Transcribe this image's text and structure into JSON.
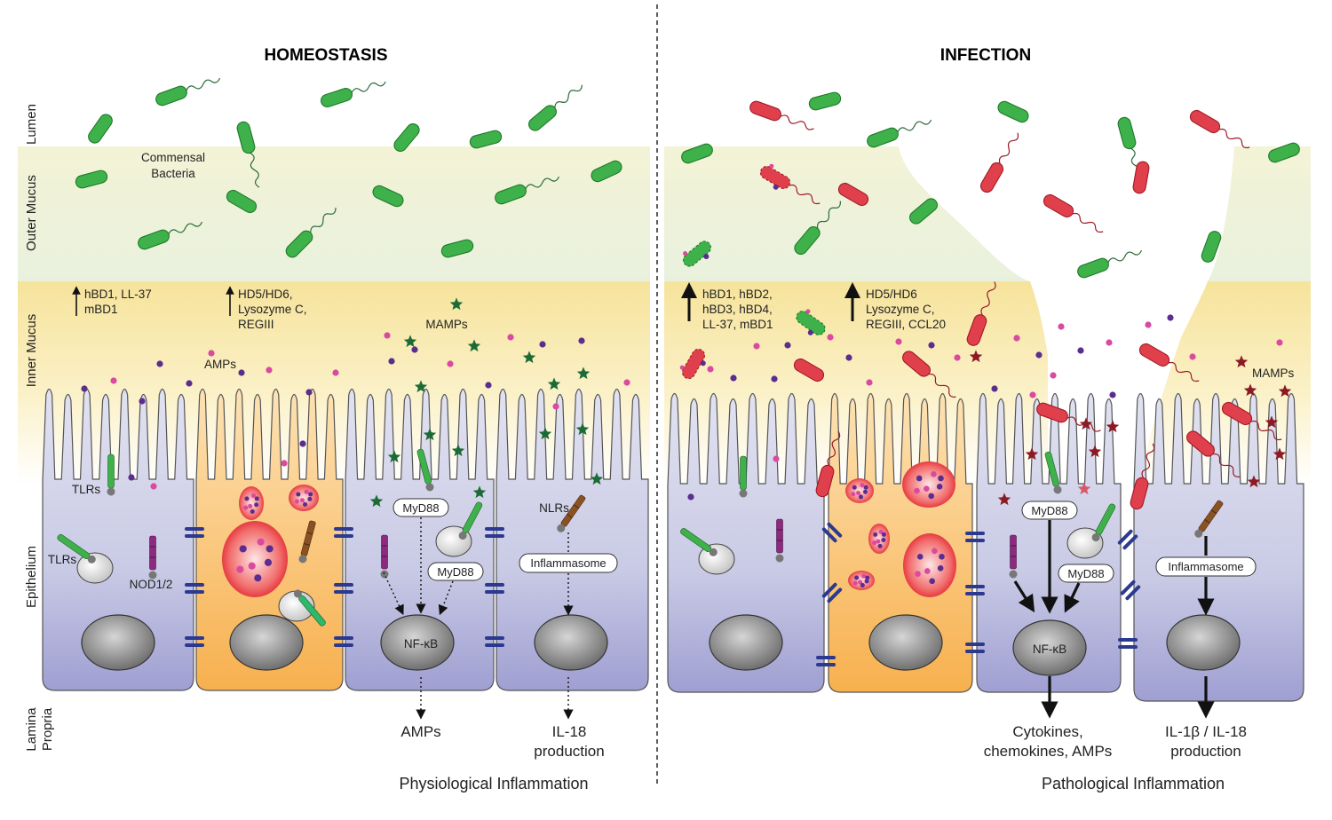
{
  "panels": {
    "left_title": "HOMEOSTASIS",
    "right_title": "INFECTION"
  },
  "layers": {
    "lumen": "Lumen",
    "outer_mucus": "Outer Mucus",
    "inner_mucus": "Inner Mucus",
    "epithelium": "Epithelium",
    "lamina_propria_line1": "Lamina",
    "lamina_propria_line2": "Propria"
  },
  "left": {
    "commensal_line1": "Commensal",
    "commensal_line2": "Bacteria",
    "amp_up1_line1": "hBD1, LL-37",
    "amp_up1_line2": "mBD1",
    "amp_up2_line1": "HD5/HD6,",
    "amp_up2_line2": "Lysozyme C,",
    "amp_up2_line3": "REGIII",
    "mamps": "MAMPs",
    "amps": "AMPs",
    "tlrs_top": "TLRs",
    "tlrs_side": "TLRs",
    "nod": "NOD1/2",
    "myd88_a": "MyD88",
    "myd88_b": "MyD88",
    "nlrs": "NLRs",
    "inflammasome": "Inflammasome",
    "nfkb": "NF-κB",
    "out_amps": "AMPs",
    "out_il18_line1": "IL-18",
    "out_il18_line2": "production",
    "footer": "Physiological Inflammation"
  },
  "right": {
    "amp_up1_line1": "hBD1, hBD2,",
    "amp_up1_line2": "hBD3, hBD4,",
    "amp_up1_line3": "LL-37, mBD1",
    "amp_up2_line1": "HD5/HD6",
    "amp_up2_line2": "Lysozyme C,",
    "amp_up2_line3": "REGIII, CCL20",
    "mamps": "MAMPs",
    "myd88_a": "MyD88",
    "myd88_b": "MyD88",
    "inflammasome": "Inflammasome",
    "nfkb": "NF-κB",
    "out_cyto_line1": "Cytokines,",
    "out_cyto_line2": "chemokines, AMPs",
    "out_il_line1": "IL-1β / IL-18",
    "out_il_line2": "production",
    "footer": "Pathological Inflammation"
  },
  "colors": {
    "commensal": "#3fb14a",
    "pathogen": "#e0404c",
    "mucus_outer": "#eef1d6",
    "mucus_inner": "#f7e9a6",
    "cell": "#c8c9e4",
    "paneth": "#f5b35e",
    "mamp": "#1c6b36",
    "mamp_path": "#8b1a24",
    "amp_purple": "#5b2d8f",
    "amp_pink": "#d94aa0"
  }
}
